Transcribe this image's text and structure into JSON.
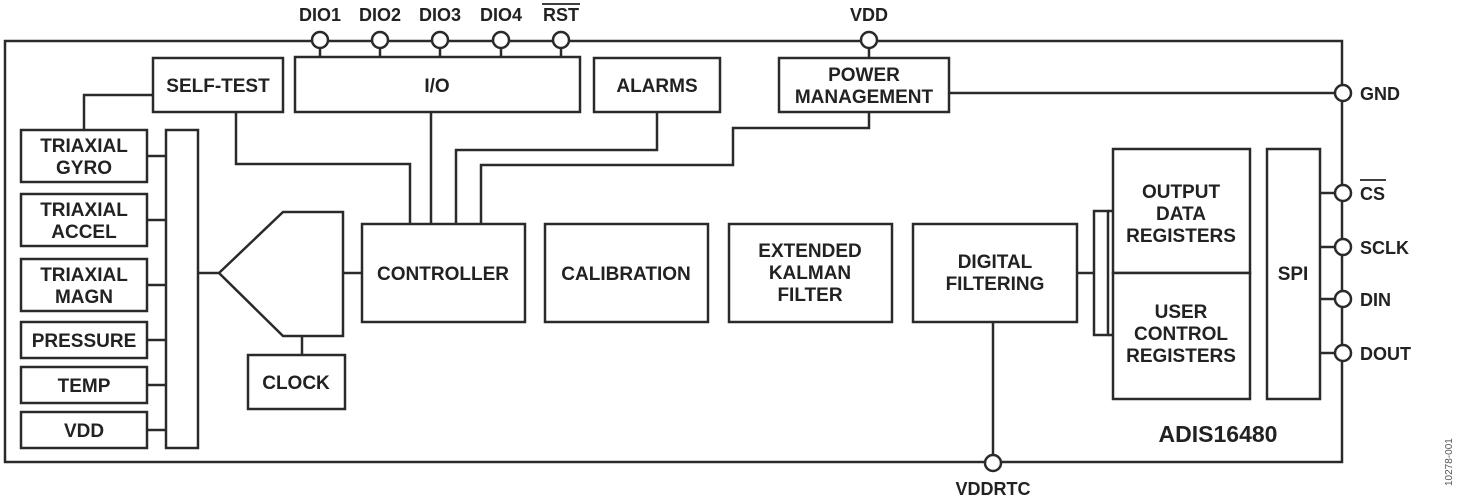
{
  "blocks": {
    "self_test": "SELF-TEST",
    "io": "I/O",
    "alarms": "ALARMS",
    "power_management": [
      "POWER",
      "MANAGEMENT"
    ],
    "triaxial_gyro": [
      "TRIAXIAL",
      "GYRO"
    ],
    "triaxial_accel": [
      "TRIAXIAL",
      "ACCEL"
    ],
    "triaxial_magn": [
      "TRIAXIAL",
      "MAGN"
    ],
    "pressure": "PRESSURE",
    "temp": "TEMP",
    "vdd_sensor": "VDD",
    "clock": "CLOCK",
    "controller": "CONTROLLER",
    "calibration": "CALIBRATION",
    "extended_kalman_filter": [
      "EXTENDED",
      "KALMAN",
      "FILTER"
    ],
    "digital_filtering": [
      "DIGITAL",
      "FILTERING"
    ],
    "output_data_registers": [
      "OUTPUT",
      "DATA",
      "REGISTERS"
    ],
    "user_control_registers": [
      "USER",
      "CONTROL",
      "REGISTERS"
    ],
    "spi": "SPI"
  },
  "pins": {
    "dio1": "DIO1",
    "dio2": "DIO2",
    "dio3": "DIO3",
    "dio4": "DIO4",
    "rst": "RST",
    "vdd": "VDD",
    "gnd": "GND",
    "cs": "CS",
    "sclk": "SCLK",
    "din": "DIN",
    "dout": "DOUT",
    "vddrtc": "VDDRTC"
  },
  "part_number": "ADIS16480",
  "figure_code": "10278-001"
}
